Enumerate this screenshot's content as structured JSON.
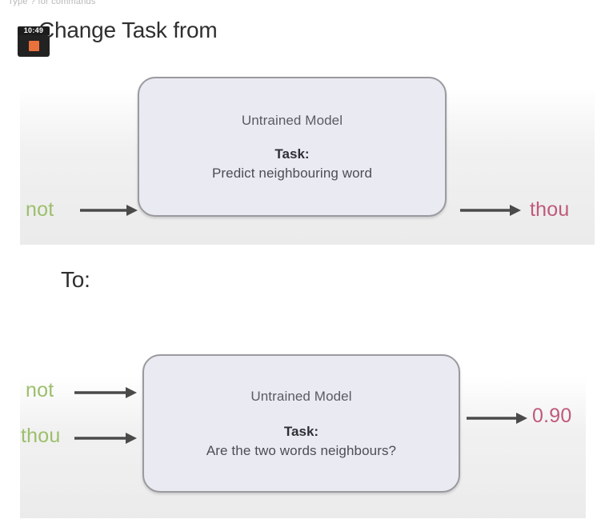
{
  "overlay": {
    "hint_text": "Type ? for commands",
    "recording": {
      "timer": "10:49",
      "stop_icon": "stop-square-icon",
      "accent_color": "#e8713c"
    }
  },
  "slide": {
    "heading_from": "Change Task from",
    "heading_to": "To:",
    "colors": {
      "input_word": "#9cbf6b",
      "output_word": "#c05a7a",
      "box_fill": "#eaeaf2",
      "box_border": "#9a9a9f",
      "panel_bg": "#ebebeb",
      "heading_text": "#2f2f2f"
    }
  },
  "figures": [
    {
      "id": "figure-one",
      "box": {
        "title": "Untrained Model",
        "task_label": "Task:",
        "task_text": "Predict neighbouring word"
      },
      "inputs": [
        "not"
      ],
      "outputs": [
        "thou"
      ]
    },
    {
      "id": "figure-two",
      "box": {
        "title": "Untrained Model",
        "task_label": "Task:",
        "task_text": "Are the two words neighbours?"
      },
      "inputs": [
        "not",
        "thou"
      ],
      "outputs": [
        "0.90"
      ]
    }
  ]
}
